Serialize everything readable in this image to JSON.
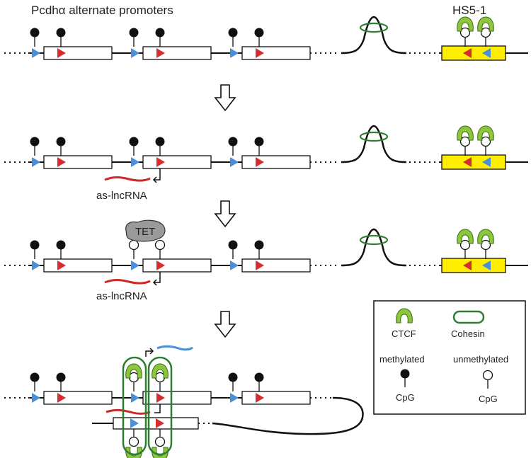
{
  "header": {
    "title_main": "Pcdh",
    "title_greek": "α",
    "title_rest": " alternate promoters",
    "hs_label": "HS5-1"
  },
  "rows": {
    "row2_rna_label": "as-lncRNA",
    "row3_rna_label": "as-lncRNA",
    "tet_label": "TET"
  },
  "legend": {
    "ctcf": "CTCF",
    "cohesin": "Cohesin",
    "methylated": "methylated",
    "unmethylated": "unmethylated",
    "cpg_methylated": "CpG",
    "cpg_unmethylated": "CpG"
  },
  "colors": {
    "promoter_triangle": "#4a90d9",
    "exon_triangle": "#d62e2e",
    "ctcf": "#8cc63f",
    "cohesin": "#2e7d32",
    "hs_box": "#ffee00",
    "antisense_rna": "#cc2a2a",
    "sense_rna": "#4a90d9",
    "tet": "#9a9a9a"
  }
}
